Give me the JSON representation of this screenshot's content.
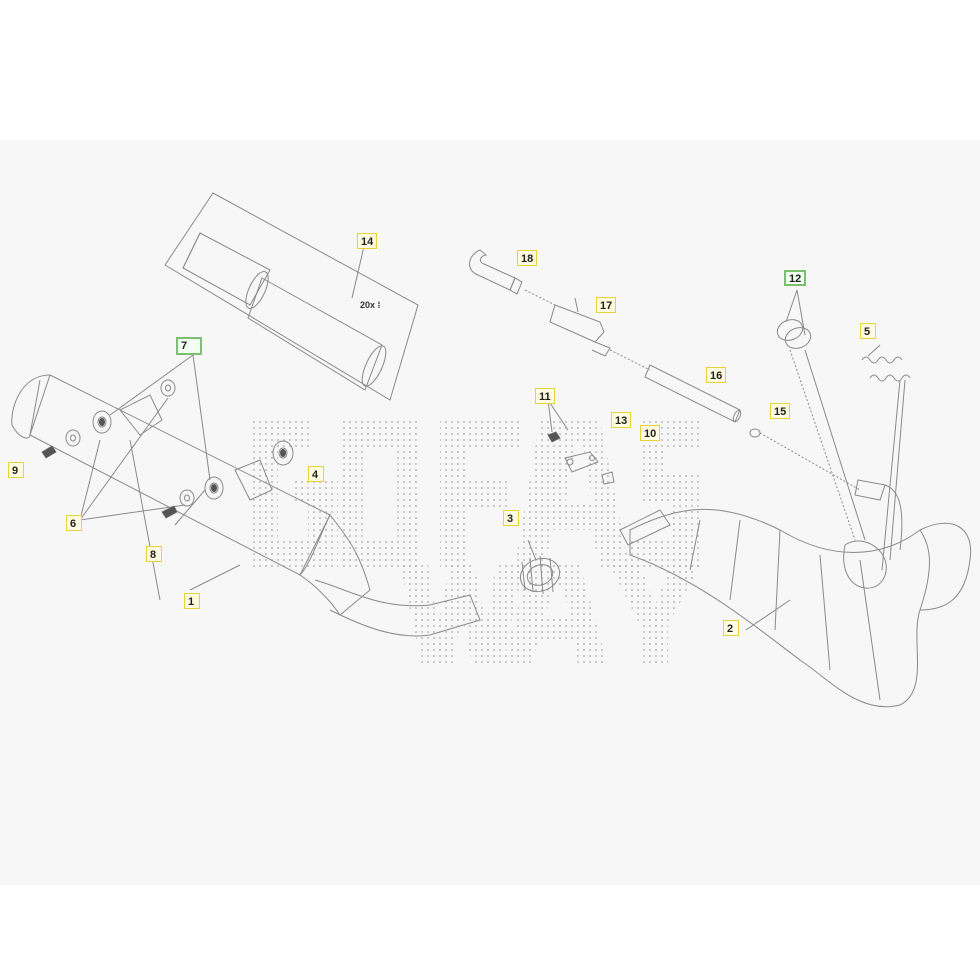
{
  "diagram": {
    "type": "exploded-parts-diagram",
    "callouts": [
      {
        "id": "c1",
        "label": "1"
      },
      {
        "id": "c2",
        "label": "2"
      },
      {
        "id": "c3",
        "label": "3"
      },
      {
        "id": "c4",
        "label": "4"
      },
      {
        "id": "c5",
        "label": "5"
      },
      {
        "id": "c6",
        "label": "6"
      },
      {
        "id": "c7",
        "label": "7"
      },
      {
        "id": "c8",
        "label": "8"
      },
      {
        "id": "c9",
        "label": "9"
      },
      {
        "id": "c10",
        "label": "10"
      },
      {
        "id": "c11",
        "label": "11"
      },
      {
        "id": "c12",
        "label": "12"
      },
      {
        "id": "c13",
        "label": "13"
      },
      {
        "id": "c14",
        "label": "14"
      },
      {
        "id": "c15",
        "label": "15"
      },
      {
        "id": "c16",
        "label": "16"
      },
      {
        "id": "c17",
        "label": "17"
      },
      {
        "id": "c18",
        "label": "18"
      }
    ],
    "quantity_note": "20x",
    "watermark_text": "GO FAST WAY",
    "colors": {
      "callout_fill": "#fffbe0",
      "callout_border": "#e6d33a",
      "highlight_border": "#7cbf6e",
      "line_art": "#8a8a8a",
      "watermark_dots": "#9a9a9a"
    }
  }
}
